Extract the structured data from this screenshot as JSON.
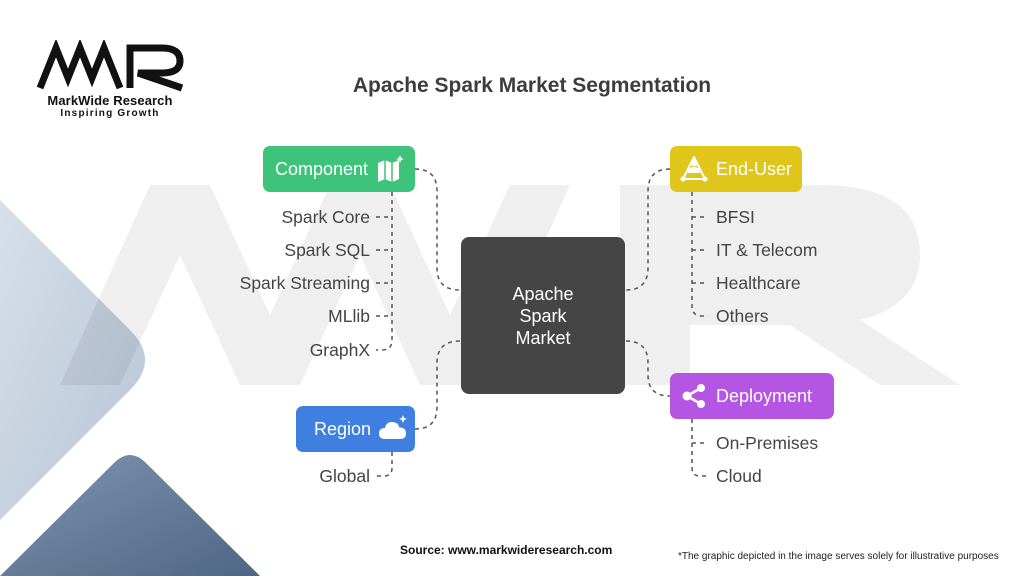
{
  "brand": {
    "name": "MarkWide Research",
    "tagline": "Inspiring Growth",
    "logo_text": "MWR"
  },
  "title": "Apache Spark Market Segmentation",
  "center": {
    "lines": [
      "Apache",
      "Spark",
      "Market"
    ]
  },
  "segments": {
    "component": {
      "label": "Component",
      "color": "#3ec47a",
      "icon": "map-icon",
      "items": [
        "Spark Core",
        "Spark SQL",
        "Spark Streaming",
        "MLlib",
        "GraphX"
      ]
    },
    "region": {
      "label": "Region",
      "color": "#3f7fe0",
      "icon": "cloud-icon",
      "items": [
        "Global"
      ]
    },
    "end_user": {
      "label": "End-User",
      "color": "#e0c51b",
      "icon": "users-network-icon",
      "items": [
        "BFSI",
        "IT & Telecom",
        "Healthcare",
        "Others"
      ]
    },
    "deployment": {
      "label": "Deployment",
      "color": "#b455e3",
      "icon": "share-icon",
      "items": [
        "On-Premises",
        "Cloud"
      ]
    }
  },
  "footer": {
    "source": "Source: www.markwideresearch.com",
    "note": "*The graphic depicted in the image serves solely for illustrative purposes"
  }
}
